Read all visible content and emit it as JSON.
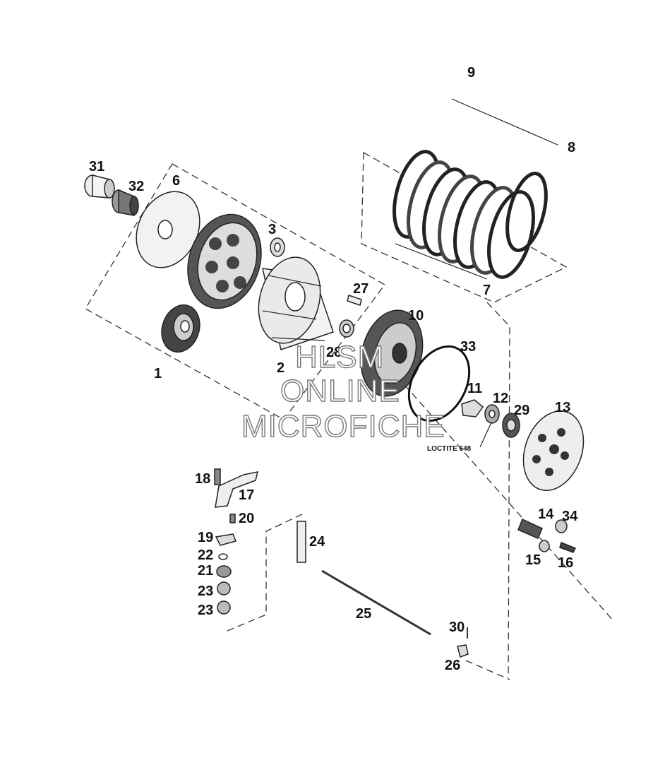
{
  "parts": [
    {
      "label": "1"
    },
    {
      "label": "2"
    },
    {
      "label": "3"
    },
    {
      "label": "6"
    },
    {
      "label": "7"
    },
    {
      "label": "8"
    },
    {
      "label": "9"
    },
    {
      "label": "10"
    },
    {
      "label": "11"
    },
    {
      "label": "12"
    },
    {
      "label": "13"
    },
    {
      "label": "14"
    },
    {
      "label": "15"
    },
    {
      "label": "16"
    },
    {
      "label": "17"
    },
    {
      "label": "18"
    },
    {
      "label": "19"
    },
    {
      "label": "20"
    },
    {
      "label": "21"
    },
    {
      "label": "22"
    },
    {
      "label": "23"
    },
    {
      "label": "23"
    },
    {
      "label": "24"
    },
    {
      "label": "25"
    },
    {
      "label": "26"
    },
    {
      "label": "27"
    },
    {
      "label": "28"
    },
    {
      "label": "29"
    },
    {
      "label": "30"
    },
    {
      "label": "31"
    },
    {
      "label": "32"
    },
    {
      "label": "33"
    },
    {
      "label": "34"
    }
  ],
  "note": "LOCTITE 648",
  "watermark": [
    "HLSM",
    "ONLINE",
    "MICROFICHE"
  ]
}
